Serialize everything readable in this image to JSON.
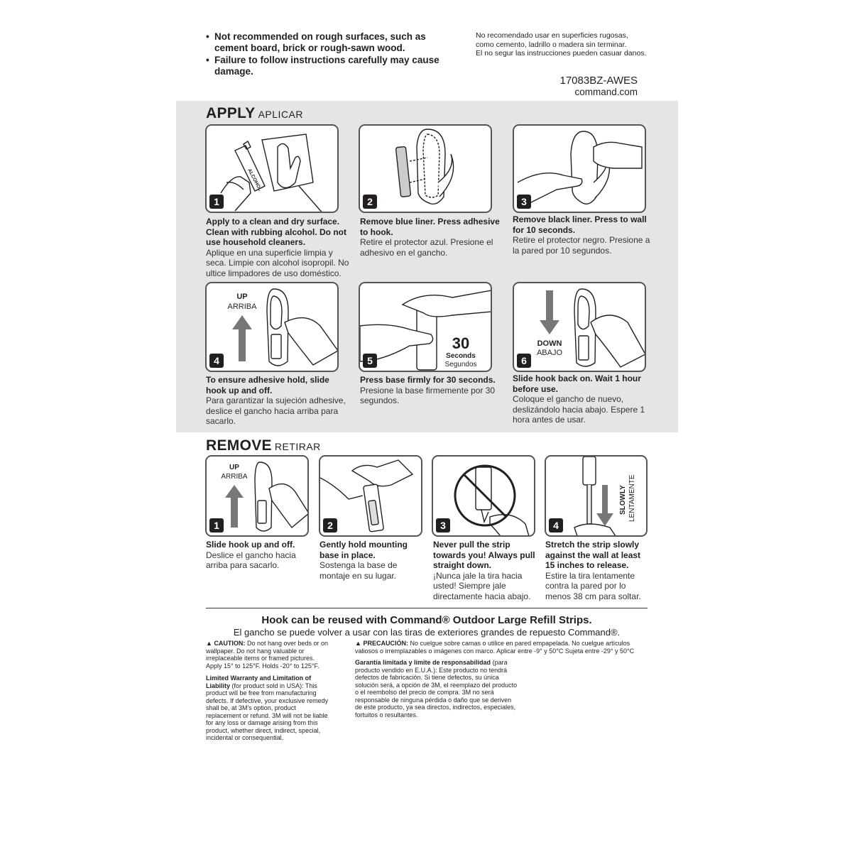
{
  "warnings": {
    "en": [
      "Not recommended on rough surfaces, such as cement board, brick or rough-sawn wood.",
      "Failure to follow instructions carefully may cause damage."
    ],
    "es": [
      "No recomendado usar en superficies rugosas,",
      "como cemento, ladrillo o madera sin terminar.",
      "El no segur las instrucciones pueden casuar danos."
    ],
    "bullet": "•"
  },
  "product": {
    "code": "17083BZ-AWES",
    "url": "command.com"
  },
  "apply": {
    "title": "APPLY",
    "subtitle": "APLICAR",
    "steps": [
      {
        "num": "1",
        "en": "Apply to a clean and dry surface. Clean with rubbing alcohol. Do not use household cleaners.",
        "es": "Aplique en una superficie limpia y seca. Limpie con alcohol isopropil. No ultice limpadores de uso doméstico.",
        "label": "ALCOHOL"
      },
      {
        "num": "2",
        "en": "Remove blue liner. Press adhesive to hook.",
        "es": "Retire el protector azul. Presione el adhesivo en el gancho."
      },
      {
        "num": "3",
        "en": "Remove black liner. Press to wall for 10 seconds.",
        "es": "Retire el protector negro. Presione a la pared por 10 segundos."
      },
      {
        "num": "4",
        "en": "To ensure adhesive hold, slide hook up and off.",
        "es": "Para garantizar la sujeción adhesive, deslice el gancho hacia arriba para sacarlo.",
        "arrow_en": "UP",
        "arrow_es": "ARRIBA"
      },
      {
        "num": "5",
        "en": "Press base firmly for 30 seconds.",
        "es": "Presione la base firmemente por 30 segundos.",
        "big": "30",
        "unit_en": "Seconds",
        "unit_es": "Segundos"
      },
      {
        "num": "6",
        "en": "Slide hook back on. Wait 1 hour before use.",
        "es": "Coloque el gancho de nuevo, deslizándolo hacia abajo. Espere 1 hora antes de usar.",
        "arrow_en": "DOWN",
        "arrow_es": "ABAJO"
      }
    ]
  },
  "remove": {
    "title": "REMOVE",
    "subtitle": "RETIRAR",
    "steps": [
      {
        "num": "1",
        "en": "Slide hook up and off.",
        "es": "Deslice el gancho hacia arriba para sacarlo.",
        "arrow_en": "UP",
        "arrow_es": "ARRIBA"
      },
      {
        "num": "2",
        "en": "Gently hold mounting base in place.",
        "es": "Sostenga la base de montaje en su lugar."
      },
      {
        "num": "3",
        "en": "Never pull the strip towards you! Always pull straight down.",
        "es": "¡Nunca jale la tira hacia usted! Siempre jale directamente hacia abajo."
      },
      {
        "num": "4",
        "en": "Stretch the strip slowly against the wall at least 15 inches to release.",
        "es": "Estire la tira lentamente contra la pared por lo menos 38 cm para soltar.",
        "arrow_en": "SLOWLY",
        "arrow_es": "LENTAMENTE"
      }
    ]
  },
  "reuse": {
    "en": "Hook can be reused with Command® Outdoor Large Refill Strips.",
    "es": "El gancho se puede volver a usar con las tiras de exteriores grandes de repuesto Command®."
  },
  "fineprint": {
    "caution_en_head": "CAUTION:",
    "caution_en": "Do not hang over beds or on wallpaper. Do not hang valuable or irreplaceable items or framed pictures. Apply 15° to 125°F. Holds -20° to 125°F.",
    "warranty_en_head": "Limited Warranty and Limitation of Liability",
    "warranty_en": "(for product sold in USA): This product will be free from manufacturing defects. If defective, your exclusive remedy shall be, at 3M's option, product replacement or refund. 3M will not be liable for any loss or damage arising from this product, whether direct, indirect, special, incidental or consequential.",
    "caution_es_head": "PRECAUCIÓN:",
    "caution_es": "No cuelgue sobre camas o utilice en pared empapelada. No cuelgue artículos valiosos o irremplazables o imágenes con marco. Aplicar entre -9° y 50°C Sujeta entre -29° y 50°C",
    "warranty_es_head": "Garantía limitada y límite de responsabilidad",
    "warranty_es": "(para producto vendido en E.U.A.): Este producto no tendrá defectos de fabricación. Si tiene defectos, su única solución será, a opción de 3M, el reemplazo del producto o el reembolso del precio de compra. 3M no será responsable de ninguna pérdida o daño que se deriven de este producto, ya sea directos, indirectos, especiales, fortuitos o resultantes.",
    "warning_symbol": "▲"
  },
  "colors": {
    "panel_border": "#555555",
    "section_bg": "#e5e5e6",
    "ink": "#231f20",
    "arrow": "#777777"
  }
}
